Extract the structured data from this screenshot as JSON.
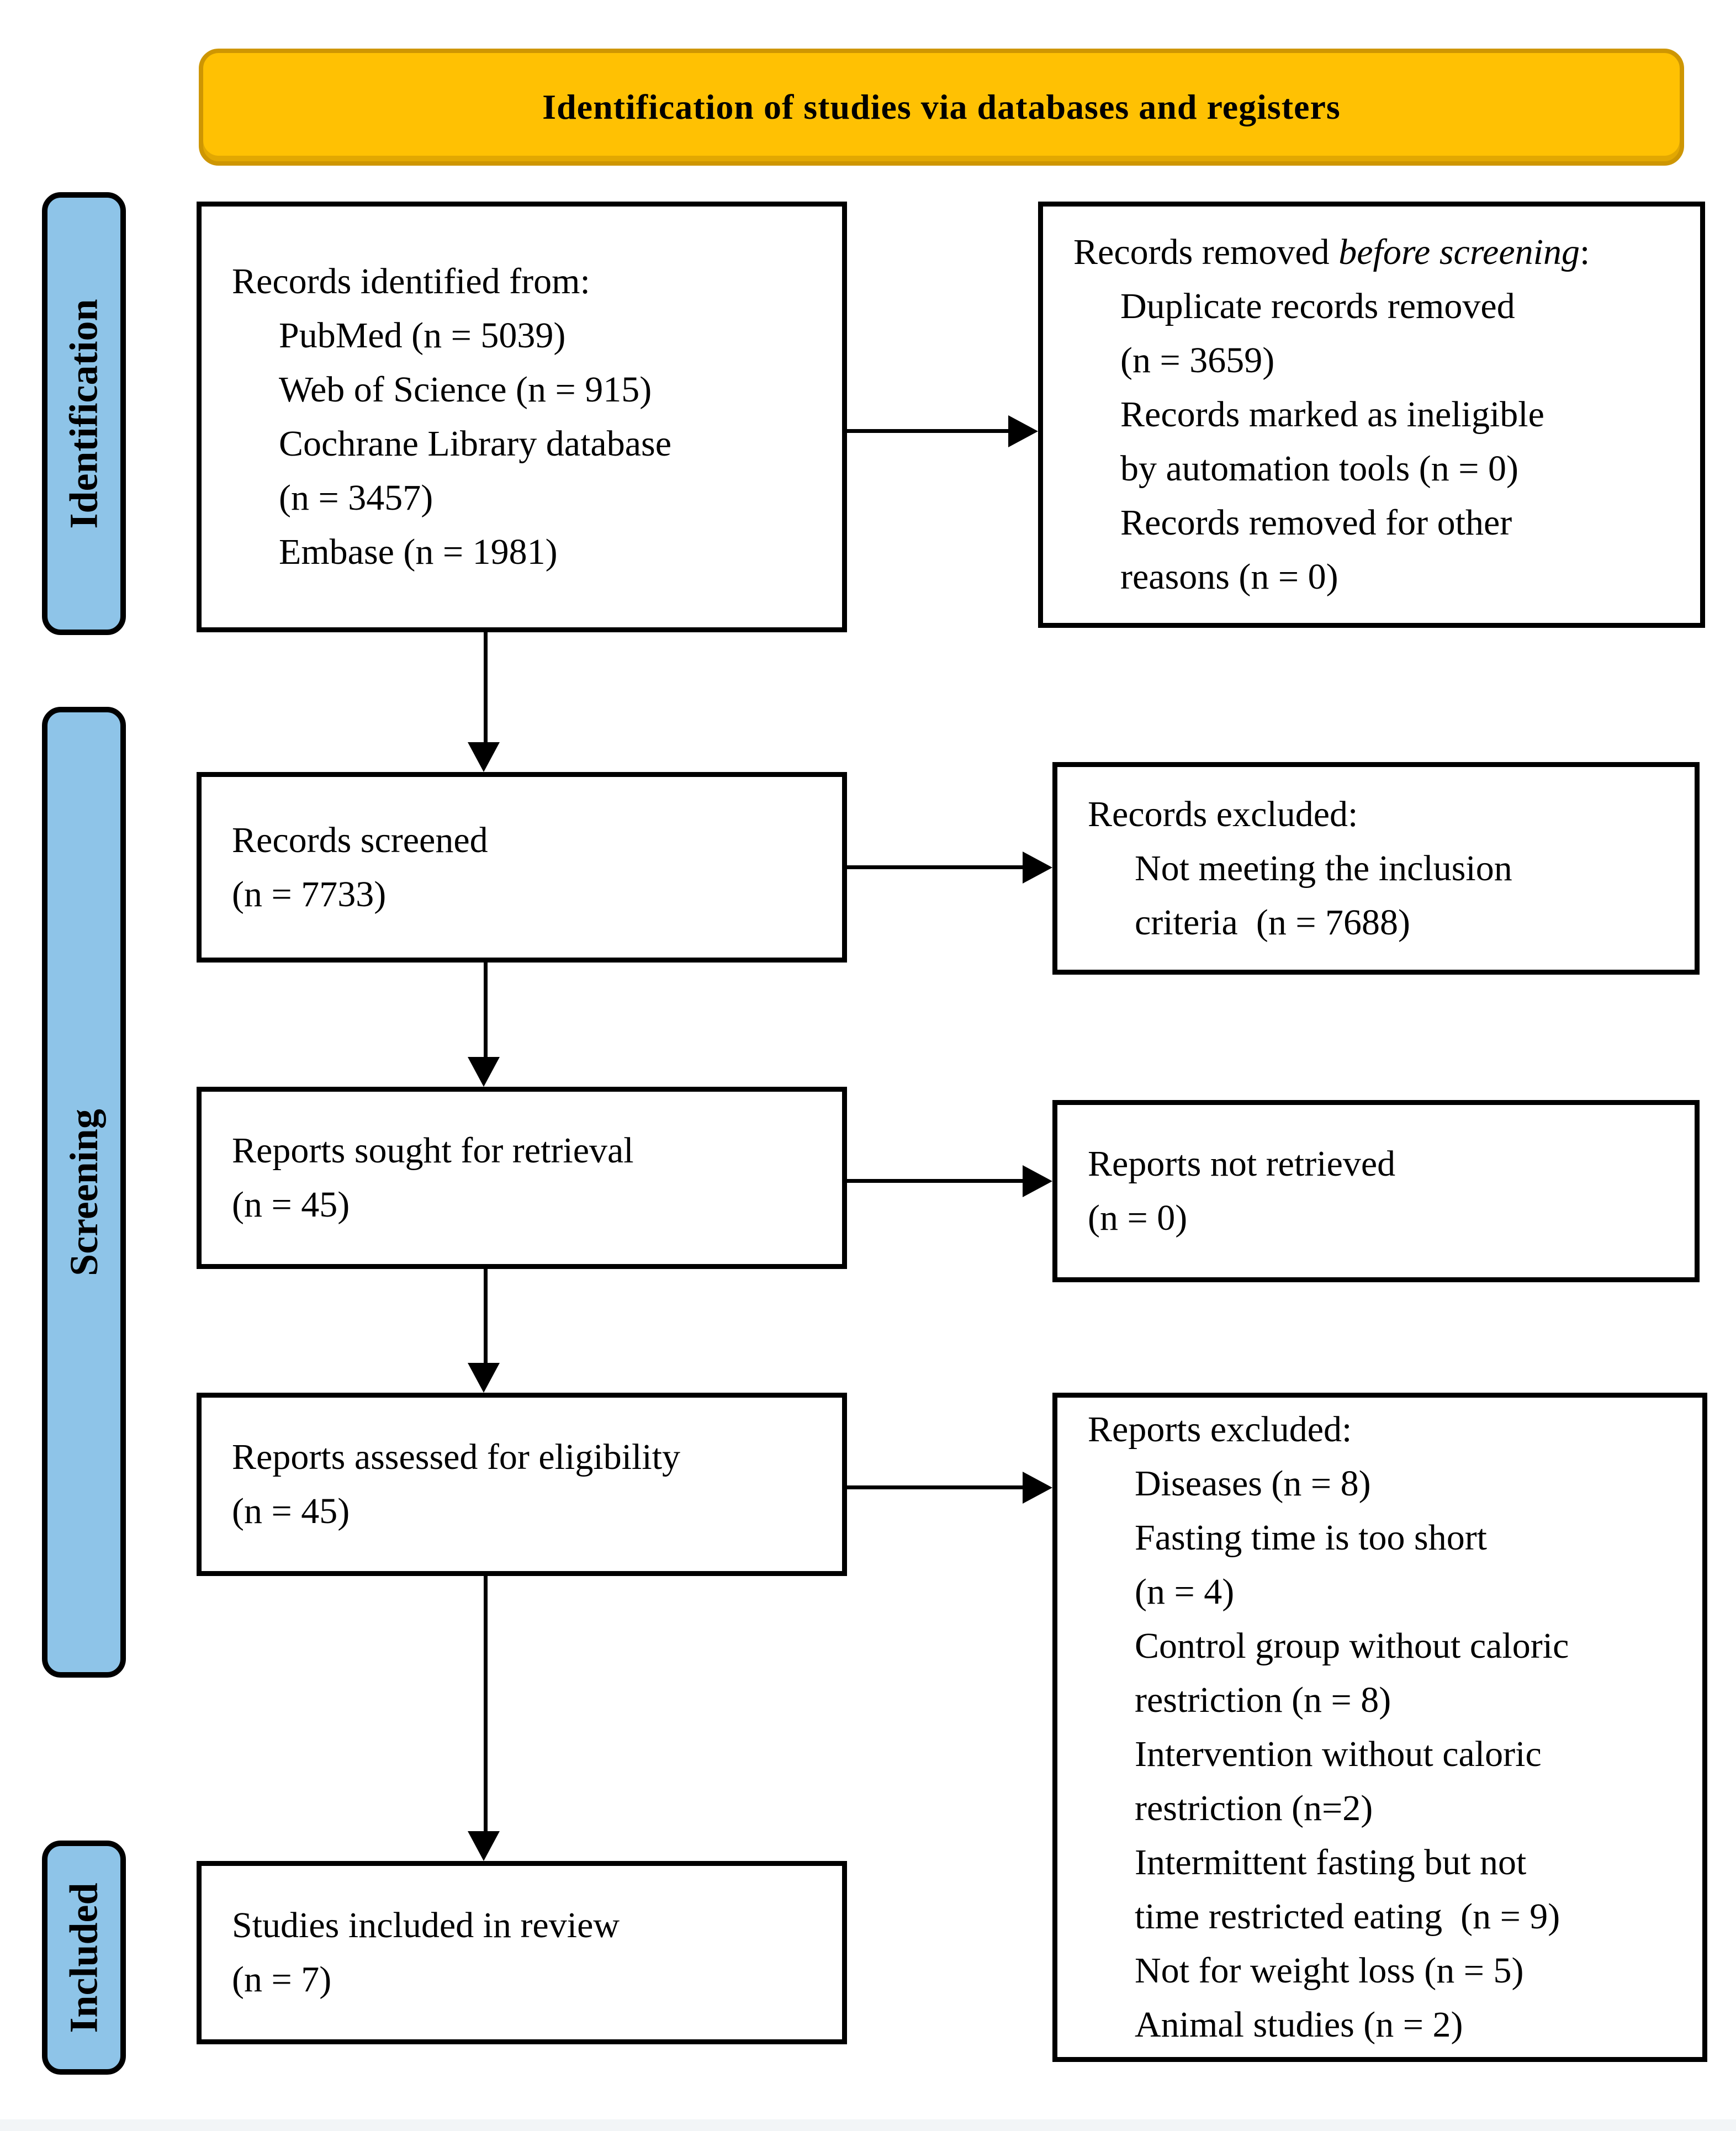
{
  "header": {
    "title": "Identification of studies via databases and registers"
  },
  "colors": {
    "header_fill": "#FFC103",
    "header_border": "#CE9602",
    "stage_fill": "#8EC4E8",
    "ink": "#000000",
    "footer_strip": "#F2F5F7"
  },
  "stages": [
    {
      "id": "identification",
      "label": "Identification"
    },
    {
      "id": "screening",
      "label": "Screening"
    },
    {
      "id": "included",
      "label": "Included"
    }
  ],
  "boxes": {
    "records_identified": {
      "lines": [
        {
          "text": "Records identified from:",
          "indent": 0
        },
        {
          "text": "PubMed (n = 5039)",
          "indent": 1
        },
        {
          "text": "Web of Science (n = 915)",
          "indent": 1
        },
        {
          "text": "Cochrane Library database",
          "indent": 1
        },
        {
          "text": "(n = 3457)",
          "indent": 1
        },
        {
          "text": "Embase (n = 1981)",
          "indent": 1
        }
      ]
    },
    "records_removed": {
      "lines": [
        {
          "indent": 0,
          "segments": [
            {
              "text": "Records removed ",
              "italic": false
            },
            {
              "text": "before screening",
              "italic": true
            },
            {
              "text": ":",
              "italic": false
            }
          ]
        },
        {
          "text": "Duplicate records removed",
          "indent": 1
        },
        {
          "text": "(n = 3659)",
          "indent": 1
        },
        {
          "text": "Records marked as ineligible",
          "indent": 1
        },
        {
          "text": "by automation tools (n = 0)",
          "indent": 1
        },
        {
          "text": "Records removed for other",
          "indent": 1
        },
        {
          "text": "reasons (n = 0)",
          "indent": 1
        }
      ]
    },
    "records_screened": {
      "lines": [
        {
          "text": "Records screened",
          "indent": 0
        },
        {
          "text": "(n = 7733)",
          "indent": 0
        }
      ]
    },
    "records_excluded": {
      "lines": [
        {
          "text": "Records excluded:",
          "indent": 0
        },
        {
          "text": "Not meeting the inclusion",
          "indent": 1
        },
        {
          "text": "criteria  (n = 7688)",
          "indent": 1
        }
      ]
    },
    "reports_sought": {
      "lines": [
        {
          "text": "Reports sought for retrieval",
          "indent": 0
        },
        {
          "text": "(n = 45)",
          "indent": 0
        }
      ]
    },
    "reports_not_retrieved": {
      "lines": [
        {
          "text": "Reports not retrieved",
          "indent": 0
        },
        {
          "text": "(n = 0)",
          "indent": 0
        }
      ]
    },
    "reports_assessed": {
      "lines": [
        {
          "text": "Reports assessed for eligibility",
          "indent": 0
        },
        {
          "text": "(n = 45)",
          "indent": 0
        }
      ]
    },
    "reports_excluded": {
      "lines": [
        {
          "text": "Reports excluded:",
          "indent": 0
        },
        {
          "text": "Diseases (n = 8)",
          "indent": 1
        },
        {
          "text": "Fasting time is too short",
          "indent": 1
        },
        {
          "text": "(n = 4)",
          "indent": 1
        },
        {
          "text": "Control group without caloric",
          "indent": 1
        },
        {
          "text": "restriction (n = 8)",
          "indent": 1
        },
        {
          "text": "Intervention without caloric",
          "indent": 1
        },
        {
          "text": "restriction (n=2)",
          "indent": 1
        },
        {
          "text": "Intermittent fasting but not",
          "indent": 1
        },
        {
          "text": "time restricted eating  (n = 9)",
          "indent": 1
        },
        {
          "text": "Not for weight loss (n = 5)",
          "indent": 1
        },
        {
          "text": "Animal studies (n = 2)",
          "indent": 1
        }
      ]
    },
    "studies_included": {
      "lines": [
        {
          "text": "Studies included in review",
          "indent": 0
        },
        {
          "text": "(n = 7)",
          "indent": 0
        }
      ]
    }
  }
}
